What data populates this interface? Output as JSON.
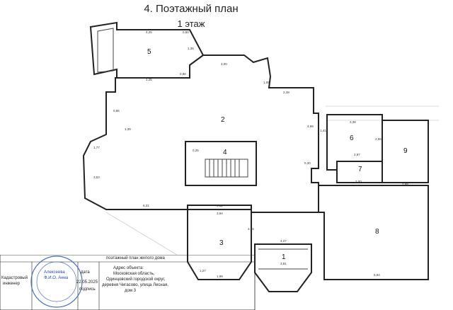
{
  "header": {
    "title": "4. Поэтажный план",
    "subtitle": "1 этаж"
  },
  "rooms": [
    {
      "id": "1",
      "label": "1"
    },
    {
      "id": "2",
      "label": "2"
    },
    {
      "id": "3",
      "label": "3"
    },
    {
      "id": "4",
      "label": "4"
    },
    {
      "id": "5",
      "label": "5"
    },
    {
      "id": "6",
      "label": "6"
    },
    {
      "id": "7",
      "label": "7"
    },
    {
      "id": "8",
      "label": "8"
    },
    {
      "id": "9",
      "label": "9"
    }
  ],
  "dimensions": [
    "4,25",
    "0,50",
    "1,35",
    "3,00",
    "0,88",
    "1,05",
    "4,99",
    "2,48",
    "0,86",
    "1,41",
    "3,38",
    "2,55",
    "2,97",
    "2,00",
    "0,30",
    "6,31",
    "4,11",
    "3,94",
    "3,05",
    "1,99",
    "1,27",
    "5,94",
    "2,89",
    "3,81",
    "4,27",
    "1,77",
    "1,39",
    "3,53",
    "0,25",
    "1,25"
  ],
  "title_block": {
    "caption": "поэтажный план жилого дома",
    "left_label_1": "Кадастровый",
    "left_label_2": "инженер",
    "name": "Алексеева",
    "initials": "Ф.И.О. Анна",
    "date_label": "дата",
    "date_value": "22.05.2025",
    "sign_label": "подпись",
    "address_label": "Адрес объекта:",
    "address_1": "Московская область,",
    "address_2": "Одинцовский городской округ,",
    "address_3": "деревня Чигасово, улица Лесная,",
    "address_4": "дом 3"
  }
}
